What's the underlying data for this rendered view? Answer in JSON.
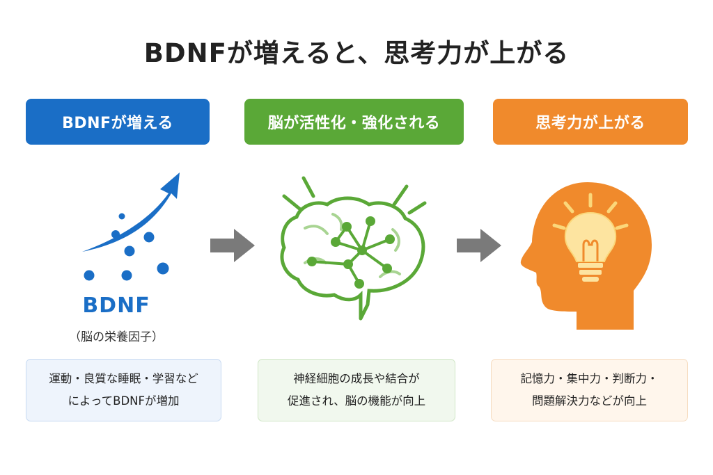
{
  "title": "BDNFが増えると、思考力が上がる",
  "headers": {
    "left": "BDNFが増える",
    "middle": "脳が活性化・強化される",
    "right": "思考力が上がる"
  },
  "bdnf": {
    "label": "BDNF",
    "sublabel": "（脳の栄養因子）"
  },
  "notes": {
    "left": [
      "運動・良質な睡眠・学習など",
      "によってBDNFが増加"
    ],
    "middle": [
      "神経細胞の成長や結合が",
      "促進され、脳の機能が向上"
    ],
    "right": [
      "記憶力・集中力・判断力・",
      "問題解決力などが向上"
    ]
  },
  "colors": {
    "blue": "#1a6ec6",
    "green": "#5aa837",
    "orange": "#f08a2c",
    "arrow_gray": "#7a7a7a"
  },
  "icons": {
    "left": "rising-arrow-with-dots-icon",
    "middle": "brain-network-icon",
    "right": "head-lightbulb-icon",
    "flow": "right-arrow-icon"
  }
}
